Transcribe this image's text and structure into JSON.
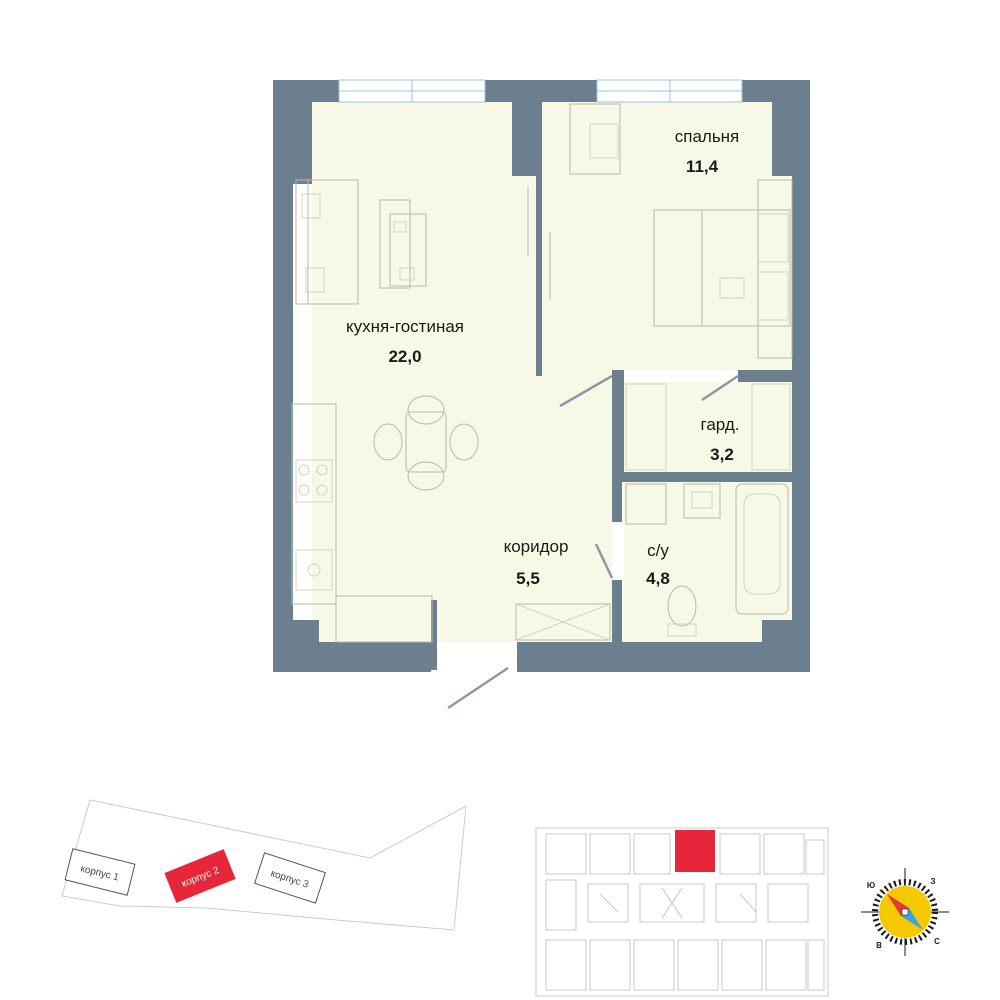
{
  "rooms": {
    "living": {
      "name": "кухня-гостиная",
      "area": "22,0"
    },
    "bedroom": {
      "name": "спальня",
      "area": "11,4"
    },
    "wardrobe": {
      "name": "гард.",
      "area": "3,2"
    },
    "corridor": {
      "name": "коридор",
      "area": "5,5"
    },
    "bathroom": {
      "name": "с/у",
      "area": "4,8"
    }
  },
  "site_plan": {
    "buildings": [
      {
        "label": "корпус 1",
        "active": false
      },
      {
        "label": "корпус 2",
        "active": true
      },
      {
        "label": "корпус 3",
        "active": false
      }
    ]
  },
  "compass": {
    "n": "Ю",
    "e": "З",
    "s": "С",
    "w": "В"
  },
  "colors": {
    "wall": "#6b7f8f",
    "floor": "#f8f8e6",
    "active_building": "#e8263a",
    "compass_yellow": "#f6c800",
    "compass_red": "#e23a3a",
    "compass_blue": "#3aa6d8"
  }
}
